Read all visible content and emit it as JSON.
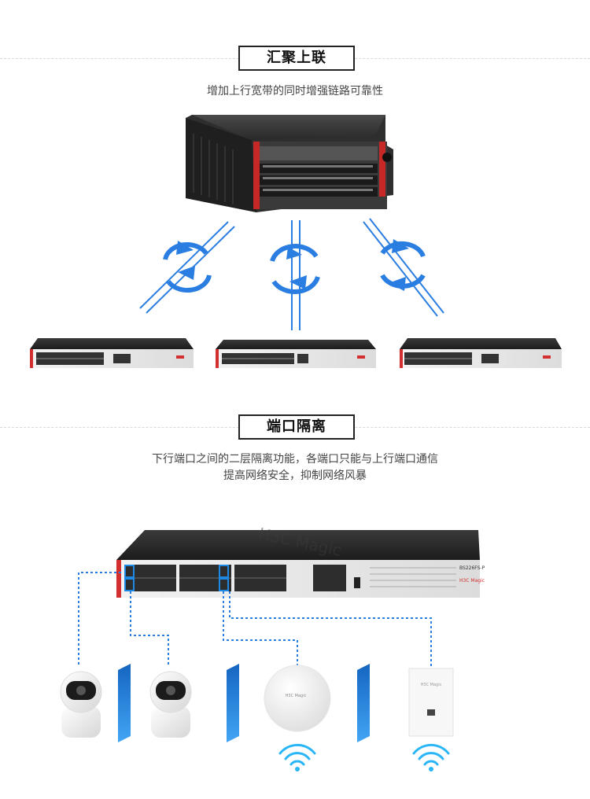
{
  "section1": {
    "title": "汇聚上联",
    "subtitle": "增加上行宽带的同时增强链路可靠性"
  },
  "section2": {
    "title": "端口隔离",
    "subtitle_line1": "下行端口之间的二层隔离功能，各端口只能与上行端口通信",
    "subtitle_line2": "提高网络安全，抑制网络风暴"
  },
  "devices": {
    "switch_model": "BS226FS-P",
    "brand": "H3C Magic"
  },
  "colors": {
    "accent_blue": "#1e88e5",
    "link_blue": "#2a7de1",
    "switch_red": "#d32f2f",
    "switch_dark": "#2b2b2b"
  },
  "icons": [
    "rotate-arrows-icon",
    "wifi-icon",
    "camera-icon",
    "access-point-icon",
    "wall-panel-ap-icon",
    "network-switch-icon",
    "chassis-switch-icon"
  ]
}
